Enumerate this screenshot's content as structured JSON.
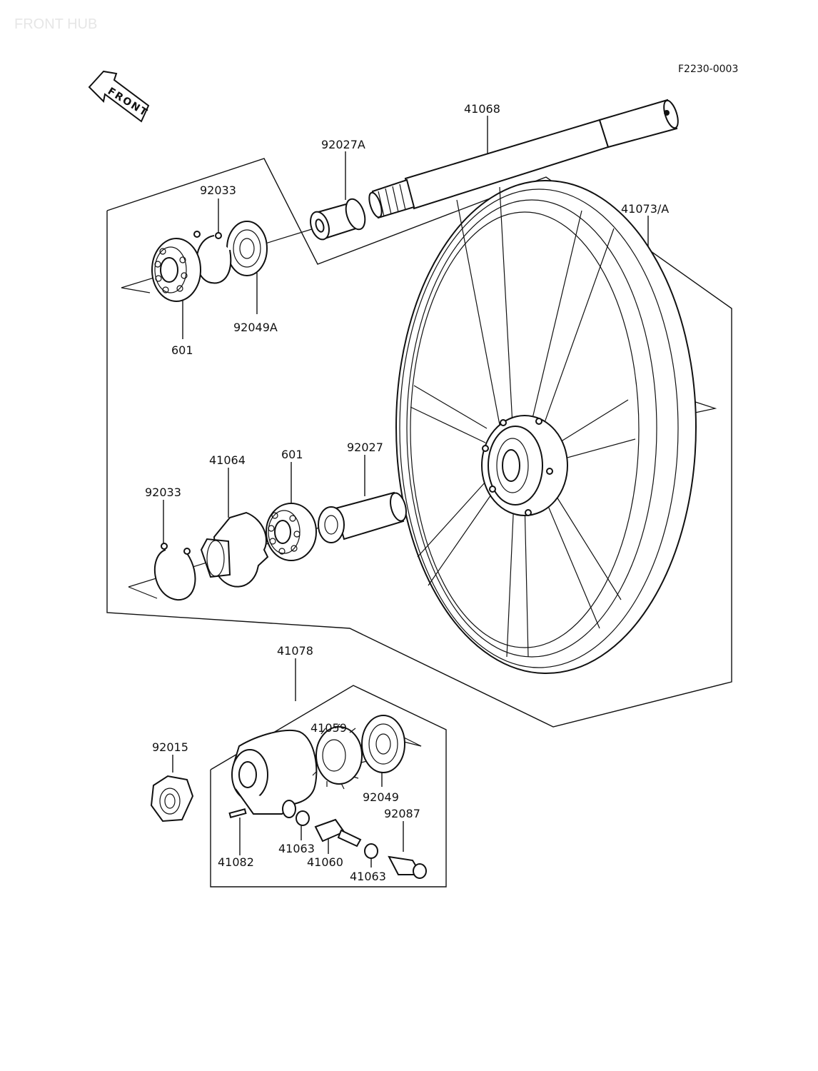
{
  "title": "FRONT HUB",
  "diagram_code": "F2230-0003",
  "front_marker": "FRONT",
  "colors": {
    "ink": "#111111",
    "paper": "#ffffff",
    "title": "#e6e6e6"
  },
  "parts": [
    {
      "id": "p41068",
      "number": "41068"
    },
    {
      "id": "p92027A",
      "number": "92027A"
    },
    {
      "id": "p92033a",
      "number": "92033"
    },
    {
      "id": "p41073A",
      "number": "41073/A"
    },
    {
      "id": "p601a",
      "number": "601"
    },
    {
      "id": "p92049A",
      "number": "92049A"
    },
    {
      "id": "p41064",
      "number": "41064"
    },
    {
      "id": "p601b",
      "number": "601"
    },
    {
      "id": "p92027",
      "number": "92027"
    },
    {
      "id": "p92033b",
      "number": "92033"
    },
    {
      "id": "p41078",
      "number": "41078"
    },
    {
      "id": "p41059",
      "number": "41059"
    },
    {
      "id": "p92015",
      "number": "92015"
    },
    {
      "id": "p92049",
      "number": "92049"
    },
    {
      "id": "p92087",
      "number": "92087"
    },
    {
      "id": "p41063a",
      "number": "41063"
    },
    {
      "id": "p41060",
      "number": "41060"
    },
    {
      "id": "p41082",
      "number": "41082"
    },
    {
      "id": "p41063b",
      "number": "41063"
    }
  ]
}
